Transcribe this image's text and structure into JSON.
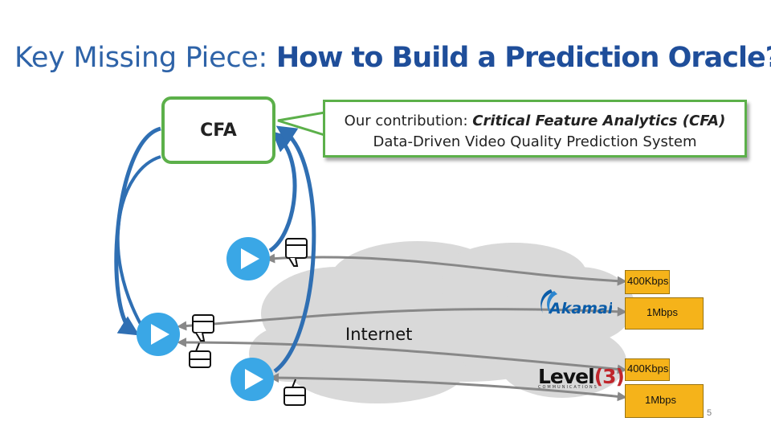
{
  "title": {
    "plain": "Key Missing Piece: ",
    "bold": "How to Build a Prediction Oracle?"
  },
  "cfa_box": {
    "label": "CFA"
  },
  "callout": {
    "prefix": "Our contribution: ",
    "emphasis": "Critical Feature Analytics (CFA)",
    "subtitle": "Data-Driven Video Quality Prediction System"
  },
  "network": {
    "label": "Internet"
  },
  "cdn_akamai": {
    "name": "Akamai"
  },
  "cdn_level3": {
    "name_main": "Level",
    "name_num": "(3)",
    "tagline": "COMMUNICATIONS"
  },
  "bitrates": [
    "400Kbps",
    "1Mbps",
    "400Kbps",
    "1Mbps"
  ],
  "page_number": "5",
  "colors": {
    "title": "#2e63a8",
    "arrow": "#2f6fb3",
    "box_border": "#5cb04a",
    "bitrate": "#f5b31a",
    "player": "#3aa7e6",
    "cloud": "#d9d9d9"
  },
  "icons": [
    "play-icon",
    "thumbs-down-icon",
    "thumbs-up-icon"
  ]
}
